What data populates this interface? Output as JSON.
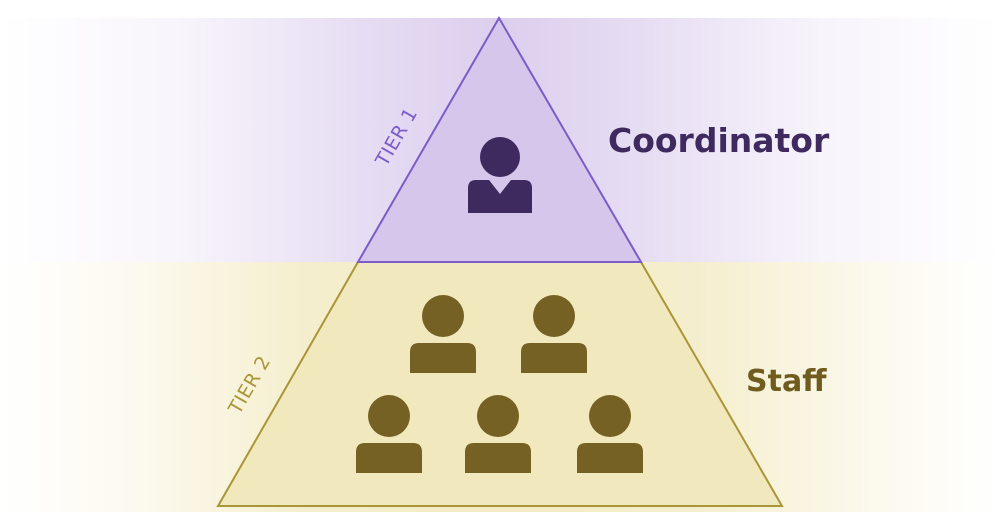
{
  "tiers": [
    {
      "tier_label": "TIER 1",
      "role_label": "Coordinator",
      "person_count": 1,
      "colors": {
        "fill": "#d6c6ec",
        "stroke": "#7b5cc9",
        "text": "#3e2a5e",
        "icon": "#3e2a5e"
      }
    },
    {
      "tier_label": "TIER 2",
      "role_label": "Staff",
      "person_count": 5,
      "colors": {
        "fill": "#f2e8bd",
        "stroke": "#a89637",
        "text": "#6f5c1e",
        "icon": "#756124"
      }
    }
  ],
  "icons": {
    "person": "person-icon"
  }
}
